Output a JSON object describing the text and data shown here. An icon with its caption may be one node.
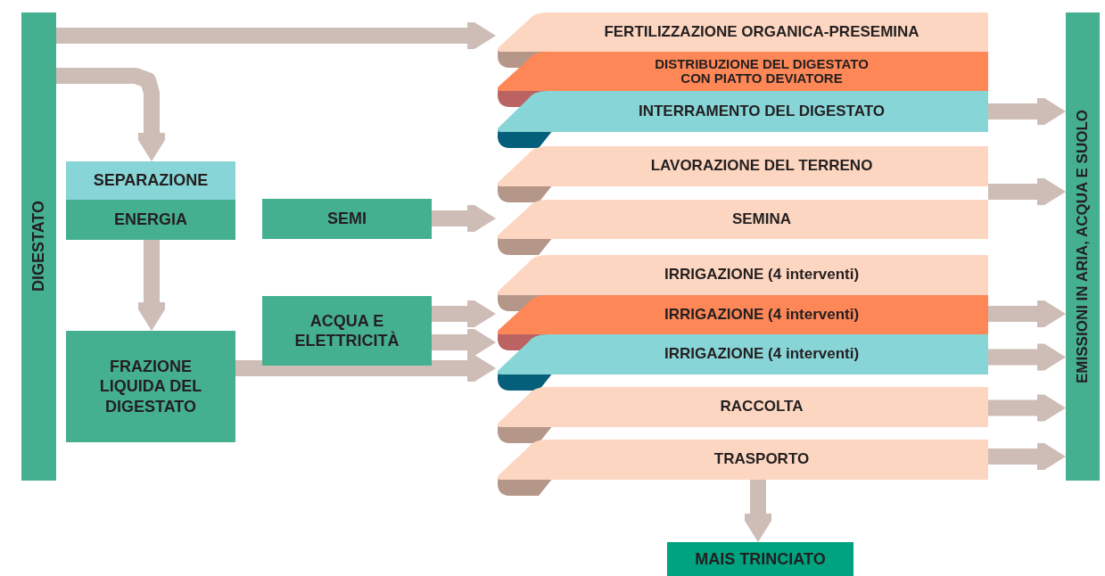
{
  "diagram": {
    "nodes": [
      {
        "text": [
          "DIGESTATO"
        ]
      },
      {
        "text": [
          "SEPARAZIONE"
        ]
      },
      {
        "text": [
          "ENERGIA"
        ]
      },
      {
        "text": [
          "SEMI"
        ]
      },
      {
        "text": [
          "ACQUA E ELETTRICITÀ"
        ]
      },
      {
        "text": [
          "FRAZIONE LIQUIDA DEL DIGESTATO"
        ]
      },
      {
        "text": [
          "FERTILIZZAZIONE ORGANICA-PRESEMINA"
        ]
      },
      {
        "text": [
          "DISTRIBUZIONE DEL DIGESTATO CON PIATTO DEVIATORE"
        ]
      },
      {
        "text": [
          "INTERRAMENTO DEL DIGESTATO"
        ]
      },
      {
        "text": [
          "LAVORAZIONE DEL TERRENO"
        ]
      },
      {
        "text": [
          "SEMINA"
        ]
      },
      {
        "text": [
          "IRRIGAZIONE (4 interventi)"
        ]
      },
      {
        "text": [
          "IRRIGAZIONE (4 interventi)"
        ]
      },
      {
        "text": [
          "IRRIGAZIONE (4 interventi)"
        ]
      },
      {
        "text": [
          "RACCOLTA"
        ]
      },
      {
        "text": [
          "TRASPORTO"
        ]
      },
      {
        "text": [
          "EMISSIONI IN ARIA, ACQUA E SUOLO"
        ]
      },
      {
        "text": [
          "MAIS TRINCIATO"
        ]
      }
    ],
    "edges": [
      {
        "from": 0,
        "to": 6,
        "arrow": "to"
      },
      {
        "from": 0,
        "to": 1,
        "arrow": "to"
      },
      {
        "from": 2,
        "to": 5,
        "arrow": "to"
      },
      {
        "from": 3,
        "to": 10,
        "arrow": "to"
      },
      {
        "from": 4,
        "to": 12,
        "arrow": "to"
      },
      {
        "from": 4,
        "to": 13,
        "arrow": "to"
      },
      {
        "from": 5,
        "to": 13,
        "arrow": "to"
      },
      {
        "from": 8,
        "to": 16,
        "arrow": "to"
      },
      {
        "from": 9,
        "to": 16,
        "arrow": "to"
      },
      {
        "from": 12,
        "to": 16,
        "arrow": "to"
      },
      {
        "from": 13,
        "to": 16,
        "arrow": "to"
      },
      {
        "from": 14,
        "to": 16,
        "arrow": "to"
      },
      {
        "from": 15,
        "to": 16,
        "arrow": "to"
      },
      {
        "from": 15,
        "to": 17,
        "arrow": "to"
      }
    ]
  }
}
